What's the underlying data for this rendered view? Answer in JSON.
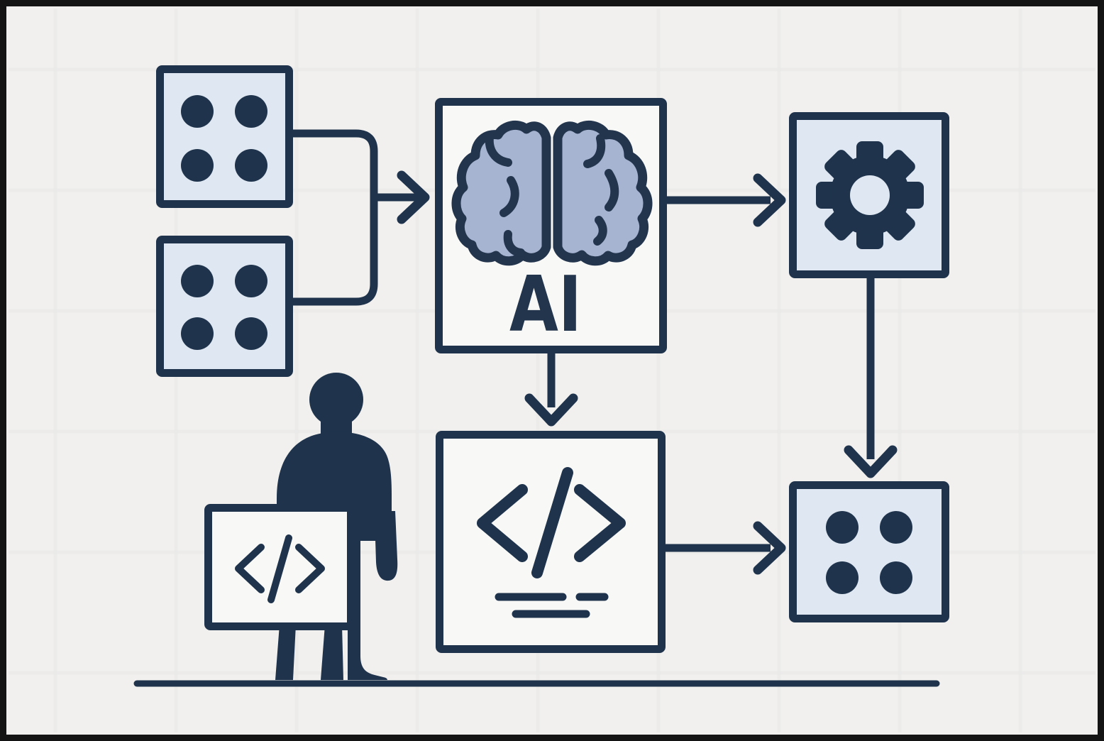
{
  "diagram": {
    "type": "flowchart-illustration",
    "ai_box": {
      "id": "ai",
      "label": "AI",
      "icon": "brain-icon"
    },
    "input_boxes": [
      {
        "id": "input-data-1",
        "icon": "data-dots-icon",
        "dots": 4
      },
      {
        "id": "input-data-2",
        "icon": "data-dots-icon",
        "dots": 4
      }
    ],
    "process_box": {
      "id": "process",
      "icon": "gear-icon"
    },
    "code_box": {
      "id": "generated-code",
      "icon": "code-icon",
      "symbol": "</>",
      "detail_lines": 3
    },
    "output_box": {
      "id": "output-data",
      "icon": "data-dots-icon",
      "dots": 4
    },
    "person": {
      "id": "person",
      "icon": "person-silhouette-icon",
      "sign_icon": "code-icon",
      "sign_symbol": "</>"
    },
    "edges": [
      "input-data-1 -> ai",
      "input-data-2 -> ai",
      "ai -> process",
      "ai -> generated-code",
      "process -> output-data",
      "generated-code -> output-data"
    ]
  },
  "colors": {
    "background": "#f1f0ee",
    "ink": "#1f344c",
    "box_fill_light": "#dfe8f2",
    "box_fill_white": "#f8f8f6",
    "brain_fill": "#a6b4d2",
    "frame": "#141414",
    "grid": "#e9eae8"
  }
}
